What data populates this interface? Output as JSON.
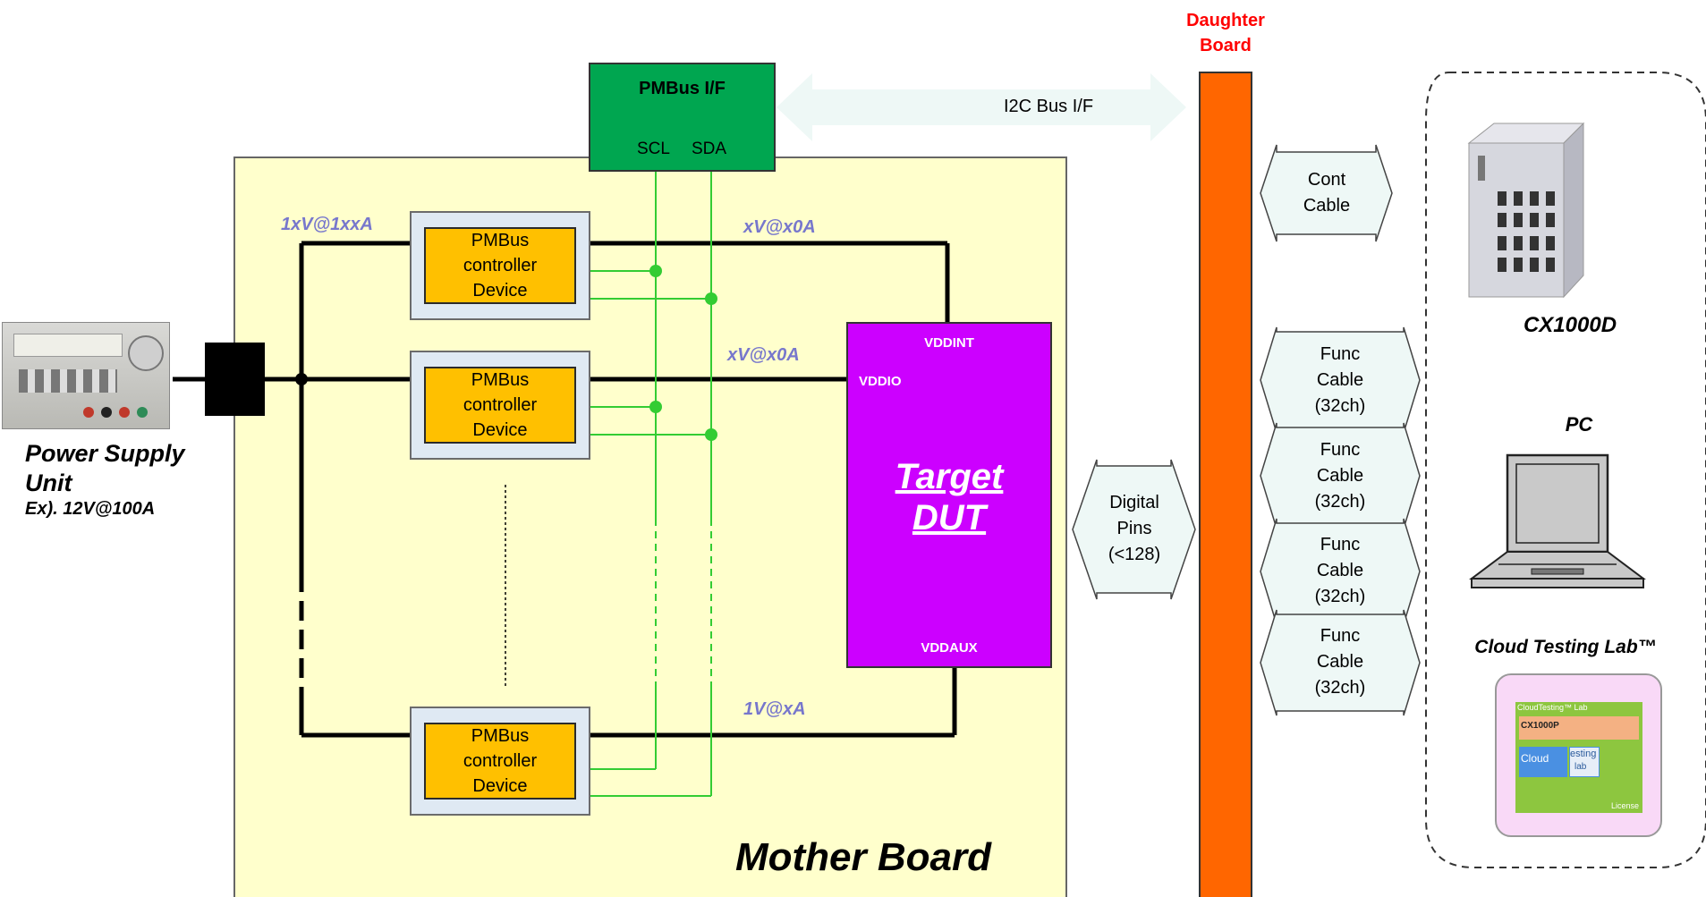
{
  "daughter_board": {
    "line1": "Daughter",
    "line2": "Board"
  },
  "pmbus_if": {
    "title": "PMBus I/F",
    "scl": "SCL",
    "sda": "SDA"
  },
  "i2c_label": "I2C Bus I/F",
  "mother_board_label": "Mother Board",
  "power_supply": {
    "line1": "Power Supply",
    "line2": "Unit",
    "example": "Ex). 12V@100A"
  },
  "voltages": {
    "v1": "1xV@1xxA",
    "v2": "xV@x0A",
    "v3": "xV@x0A",
    "v4": "1V@xA"
  },
  "controllers": [
    {
      "line1": "PMBus",
      "line2": "controller",
      "line3": "Device"
    },
    {
      "line1": "PMBus",
      "line2": "controller",
      "line3": "Device"
    },
    {
      "line1": "PMBus",
      "line2": "controller",
      "line3": "Device"
    }
  ],
  "dut": {
    "title1": "Target",
    "title2": "DUT",
    "vddint": "VDDINT",
    "vddio": "VDDIO",
    "vddaux": "VDDAUX"
  },
  "digital_pins": {
    "line1": "Digital",
    "line2": "Pins",
    "line3": "(<128)"
  },
  "cont_cable": {
    "line1": "Cont",
    "line2": "Cable"
  },
  "func_cables": [
    {
      "line1": "Func",
      "line2": "Cable",
      "line3": "(32ch)"
    },
    {
      "line1": "Func",
      "line2": "Cable",
      "line3": "(32ch)"
    },
    {
      "line1": "Func",
      "line2": "Cable",
      "line3": "(32ch)"
    },
    {
      "line1": "Func",
      "line2": "Cable",
      "line3": "(32ch)"
    }
  ],
  "right_panel": {
    "cx1000d": "CX1000D",
    "pc": "PC",
    "cloud": "Cloud Testing Lab™",
    "logo_text": {
      "top": "CloudTesting™ Lab",
      "model": "CX1000P",
      "cloud": "Cloud",
      "testing": "esting",
      "lab": "lab",
      "license": "License"
    }
  },
  "colors": {
    "mother_board_bg": "#ffffcc",
    "daughter_board": "#ff6600",
    "daughter_label": "#ff0000",
    "pmbus_if_bg": "#00a650",
    "controller": "#ffc000",
    "dut": "#cc00ff",
    "bus_wire": "#33cc33",
    "voltage_label": "#7777cc",
    "arrow_fill": "#eef8f6"
  }
}
